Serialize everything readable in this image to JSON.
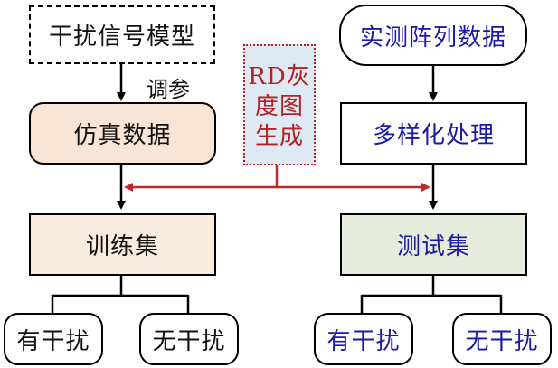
{
  "colors": {
    "sim_fill": "#f9e5d5",
    "train_fill": "#fbece0",
    "test_fill": "#e6ecdc",
    "rd_fill": "#dde9f3",
    "rd_border": "#b22222",
    "blue_text": "#1a1aa6",
    "red_arrow": "#c0282d"
  },
  "boxes": {
    "interference_model": "干扰信号模型",
    "sim_data": "仿真数据",
    "rd_line1": "RD灰",
    "rd_line2": "度图",
    "rd_line3": "生成",
    "measured_data": "实测阵列数据",
    "diversify": "多样化处理",
    "train_set": "训练集",
    "test_set": "测试集",
    "train_with": "有干扰",
    "train_without": "无干扰",
    "test_with": "有干扰",
    "test_without": "无干扰"
  },
  "labels": {
    "tune": "调参"
  }
}
